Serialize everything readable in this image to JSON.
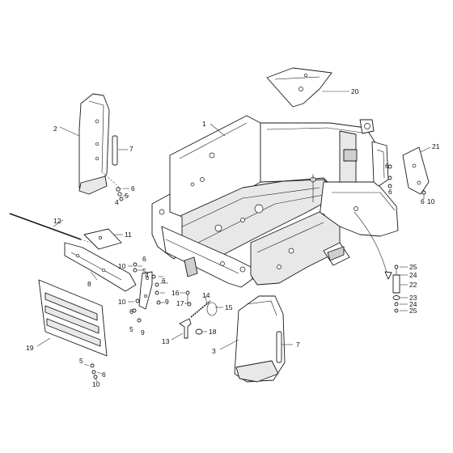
{
  "diagram": {
    "labels": [
      {
        "id": "1",
        "text": "1"
      },
      {
        "id": "2",
        "text": "2"
      },
      {
        "id": "3",
        "text": "3"
      },
      {
        "id": "4a",
        "text": "4"
      },
      {
        "id": "4b",
        "text": "4"
      },
      {
        "id": "5a",
        "text": "5"
      },
      {
        "id": "5b",
        "text": "5"
      },
      {
        "id": "5c",
        "text": "5"
      },
      {
        "id": "5d",
        "text": "5"
      },
      {
        "id": "6a",
        "text": "6"
      },
      {
        "id": "6b",
        "text": "6"
      },
      {
        "id": "6c",
        "text": "6"
      },
      {
        "id": "6d",
        "text": "6"
      },
      {
        "id": "6e",
        "text": "6"
      },
      {
        "id": "6f",
        "text": "6"
      },
      {
        "id": "6g",
        "text": "6"
      },
      {
        "id": "6h",
        "text": "6"
      },
      {
        "id": "7a",
        "text": "7"
      },
      {
        "id": "7b",
        "text": "7"
      },
      {
        "id": "8",
        "text": "8"
      },
      {
        "id": "9a",
        "text": "9"
      },
      {
        "id": "9b",
        "text": "9"
      },
      {
        "id": "10a",
        "text": "10"
      },
      {
        "id": "10b",
        "text": "10"
      },
      {
        "id": "10c",
        "text": "10"
      },
      {
        "id": "10d",
        "text": "10"
      },
      {
        "id": "11",
        "text": "11"
      },
      {
        "id": "12",
        "text": "12"
      },
      {
        "id": "13",
        "text": "13"
      },
      {
        "id": "14",
        "text": "14"
      },
      {
        "id": "15",
        "text": "15"
      },
      {
        "id": "16",
        "text": "16"
      },
      {
        "id": "17",
        "text": "17"
      },
      {
        "id": "18",
        "text": "18"
      },
      {
        "id": "19",
        "text": "19"
      },
      {
        "id": "20",
        "text": "20"
      },
      {
        "id": "21",
        "text": "21"
      },
      {
        "id": "22",
        "text": "22"
      },
      {
        "id": "23",
        "text": "23"
      },
      {
        "id": "24a",
        "text": "24"
      },
      {
        "id": "24b",
        "text": "24"
      },
      {
        "id": "25a",
        "text": "25"
      },
      {
        "id": "25b",
        "text": "25"
      }
    ]
  }
}
